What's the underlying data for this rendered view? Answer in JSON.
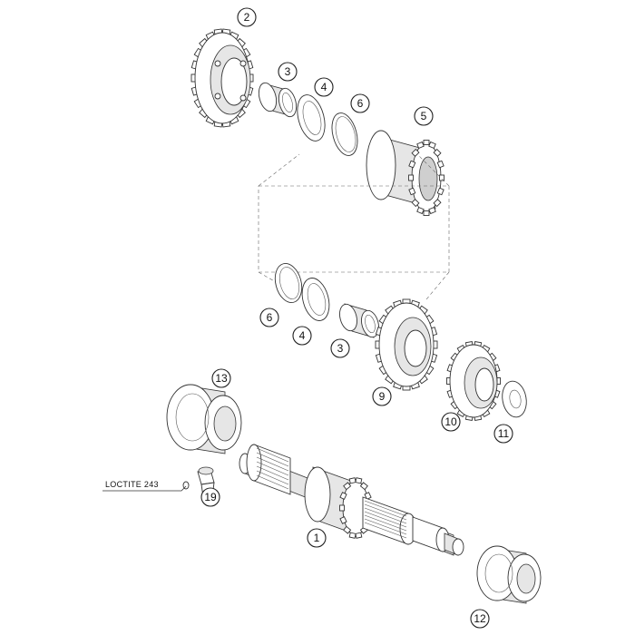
{
  "callouts": [
    {
      "id": "1",
      "label": "1"
    },
    {
      "id": "2",
      "label": "2"
    },
    {
      "id": "3a",
      "label": "3"
    },
    {
      "id": "4a",
      "label": "4"
    },
    {
      "id": "6a",
      "label": "6"
    },
    {
      "id": "5",
      "label": "5"
    },
    {
      "id": "6b",
      "label": "6"
    },
    {
      "id": "4b",
      "label": "4"
    },
    {
      "id": "3b",
      "label": "3"
    },
    {
      "id": "9",
      "label": "9"
    },
    {
      "id": "10",
      "label": "10"
    },
    {
      "id": "11",
      "label": "11"
    },
    {
      "id": "13",
      "label": "13"
    },
    {
      "id": "19",
      "label": "19"
    },
    {
      "id": "12",
      "label": "12"
    }
  ],
  "annotation": {
    "loctite": "LOCTITE 243"
  }
}
